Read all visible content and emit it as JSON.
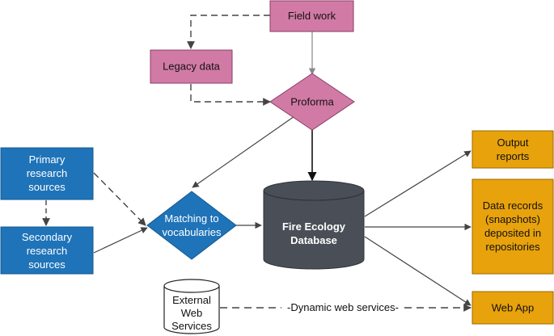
{
  "nodes": {
    "field_work": "Field work",
    "legacy_data": "Legacy data",
    "proforma": "Proforma",
    "primary_sources": [
      "Primary",
      "research",
      "sources"
    ],
    "secondary_sources": [
      "Secondary",
      "research",
      "sources"
    ],
    "matching": [
      "Matching to",
      "vocabularies"
    ],
    "database": [
      "Fire Ecology",
      "Database"
    ],
    "external": [
      "External",
      "Web",
      "Services"
    ],
    "output_reports": [
      "Output",
      "reports"
    ],
    "data_records": [
      "Data records",
      "(snapshots)",
      "deposited in",
      "repositories"
    ],
    "web_app": "Web App"
  },
  "edges": {
    "dynamic_web_services": "-Dynamic web services-"
  },
  "colors": {
    "pink": "#d27aa6",
    "pink_stroke": "#8a3d66",
    "blue": "#1f73b8",
    "blue_stroke": "#155a92",
    "dark": "#4a4f57",
    "orange": "#e8a20c",
    "orange_stroke": "#9a6a00",
    "line": "#444444"
  }
}
